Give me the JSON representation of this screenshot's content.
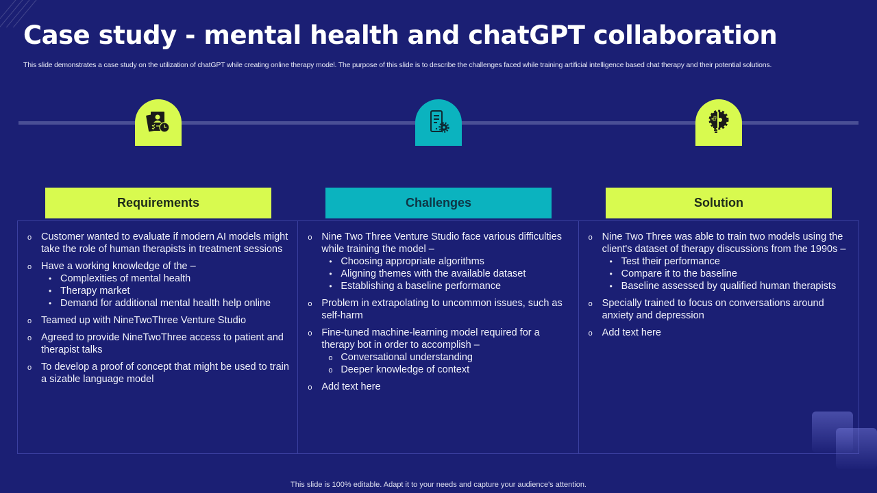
{
  "slide": {
    "title": "Case study - mental health and chatGPT collaboration",
    "subtitle": "This slide demonstrates a case study on the utilization of chatGPT while creating online therapy model. The purpose of this slide is to describe the challenges faced while training artificial intelligence based chat therapy and their potential solutions.",
    "footer": "This slide is 100% editable. Adapt it to your needs and capture your audience's attention."
  },
  "colors": {
    "background": "#1b1f74",
    "lime": "#d8fa4f",
    "teal": "#0bb3bf",
    "timeline": "#4a4f95"
  },
  "icons": [
    {
      "name": "profile-checklist-clock-icon",
      "color": "lime"
    },
    {
      "name": "mobile-settings-icon",
      "color": "teal"
    },
    {
      "name": "lightbulb-gear-icon",
      "color": "lime"
    }
  ],
  "columns": [
    {
      "header": "Requirements",
      "items": [
        {
          "text": "Customer wanted to evaluate if modern AI models might take the role of human therapists in treatment sessions",
          "sub": []
        },
        {
          "text": "Have a working knowledge of the –",
          "sub": [
            "Complexities of mental health",
            "Therapy market",
            "Demand for additional mental health help online"
          ]
        },
        {
          "text": "Teamed up with NineTwoThree Venture Studio",
          "sub": []
        },
        {
          "text": "Agreed to provide NineTwoThree access to patient and therapist talks",
          "sub": []
        },
        {
          "text": "To develop a proof of concept that might be used to train a sizable language model",
          "sub": []
        }
      ]
    },
    {
      "header": "Challenges",
      "items": [
        {
          "text": "Nine Two Three Venture Studio face various difficulties while training the model –",
          "sub": [
            "Choosing appropriate algorithms",
            "Aligning themes with the available dataset",
            "Establishing a baseline performance"
          ]
        },
        {
          "text": "Problem in extrapolating to uncommon issues, such as self-harm",
          "sub": []
        },
        {
          "text": "Fine-tuned machine-learning model required for a therapy bot in order to accomplish –",
          "sub": [
            "Conversational understanding",
            "Deeper knowledge of context"
          ]
        },
        {
          "text": "Add text here",
          "sub": []
        }
      ]
    },
    {
      "header": "Solution",
      "items": [
        {
          "text": "Nine Two Three was able to train two models using the client's dataset of therapy discussions from the 1990s –",
          "sub": [
            "Test their performance",
            "Compare it to the baseline",
            "Baseline assessed by qualified human therapists"
          ]
        },
        {
          "text": "Specially trained to focus on conversations around anxiety and depression",
          "sub": []
        },
        {
          "text": "Add text here",
          "sub": []
        }
      ]
    }
  ]
}
